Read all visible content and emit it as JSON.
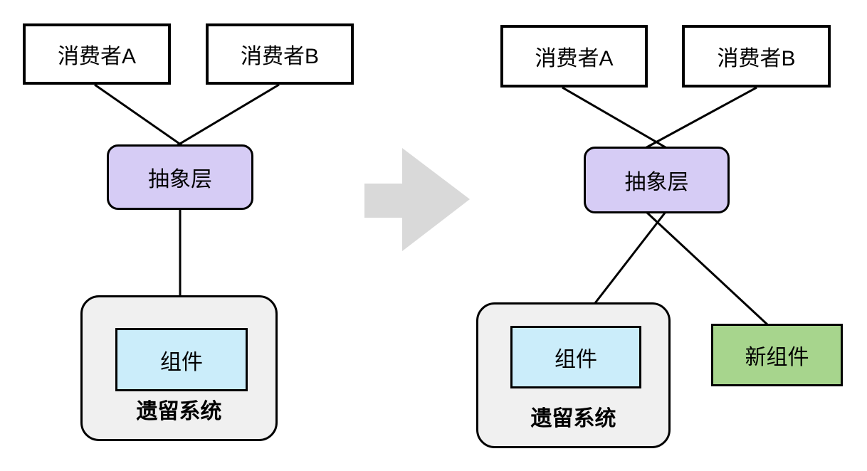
{
  "diagram": {
    "left": {
      "consumer_a": "消费者A",
      "consumer_b": "消费者B",
      "abstraction": "抽象层",
      "component": "组件",
      "legacy_system": "遗留系统"
    },
    "right": {
      "consumer_a": "消费者A",
      "consumer_b": "消费者B",
      "abstraction": "抽象层",
      "component": "组件",
      "legacy_system": "遗留系统",
      "new_component": "新组件"
    },
    "colors": {
      "abstraction_fill": "#D6CCF5",
      "component_fill": "#CBEDFA",
      "new_component_fill": "#A7D58D",
      "legacy_fill": "#F0F0F0",
      "arrow_fill": "#D9D9D9",
      "line_color": "#000000",
      "background": "#FFFFFF"
    }
  }
}
